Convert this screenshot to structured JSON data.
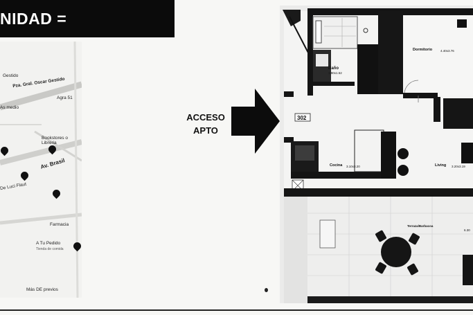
{
  "header": {
    "title": "NIDAD ="
  },
  "map": {
    "labels": {
      "street_top": "Pza. Gral. Oscar Gestido",
      "gestido": "Gestido",
      "ag_label": "Agra 51",
      "ae_medio": "As medio",
      "libreria": "Bookstores o Libreria",
      "av_brasil": "Av. Brasil",
      "lucia": "De Luci Flaut",
      "farmacia": "Farmacia",
      "tu_pedido": "A Tu Pedido",
      "tu_pedido_sub": "Tienda de comida",
      "footer": "Más DE previos"
    }
  },
  "access": {
    "line1": "ACCESO",
    "line2": "APTO"
  },
  "floorplan": {
    "unit_number": "302",
    "rooms": {
      "dormitorio": "Dormitorio",
      "dormitorio_dims": "4.40x3.76",
      "bano": "Baño",
      "bano_dims": "1.90x1.52",
      "cocina": "Cocina",
      "cocina_dims": "3.10x3.20",
      "living": "Living",
      "living_dims": "3.20x3.19",
      "terraza": "Terraza/Barbacoa",
      "terraza_dims": "6.30"
    }
  },
  "colors": {
    "ink": "#111111",
    "paper": "#f7f7f5",
    "title_bg": "#0b0b0b"
  }
}
